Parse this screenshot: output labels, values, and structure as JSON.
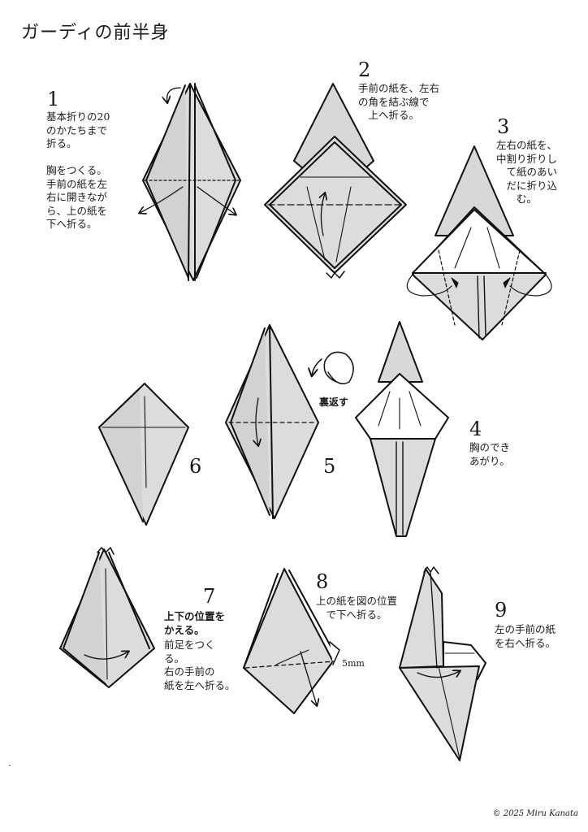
{
  "title": "ガーディの前半身",
  "copyright": "© 2025 Miru Kanata",
  "steps": [
    {
      "num": "1",
      "text": "基本折りの20\nのかたちまで\n折る。\n\n胸をつくる。\n手前の紙を左\n右に開きなが\nら、上の紙を\n下へ折る。"
    },
    {
      "num": "2",
      "text": "手前の紙を、左右\nの角を結ぶ線で\n　上へ折る。"
    },
    {
      "num": "3",
      "text": "左右の紙を、\n中割り折りし\n　て紙のあい\n　だに折り込\n　　む。"
    },
    {
      "num": "4",
      "text": "胸のでき\nあがり。"
    },
    {
      "num": "5",
      "text": ""
    },
    {
      "num": "6",
      "text": ""
    },
    {
      "num": "7",
      "bold_text": "上下の位置を\nかえる。",
      "text": "前足をつく\nる。\n右の手前の\n紙を左へ折る。"
    },
    {
      "num": "8",
      "text": "上の紙を図の位置\n　で下へ折る。"
    },
    {
      "num": "9",
      "text": "左の手前の紙\nを右へ折る。"
    }
  ],
  "labels": {
    "flip": "裏返す",
    "measure": "5mm"
  }
}
